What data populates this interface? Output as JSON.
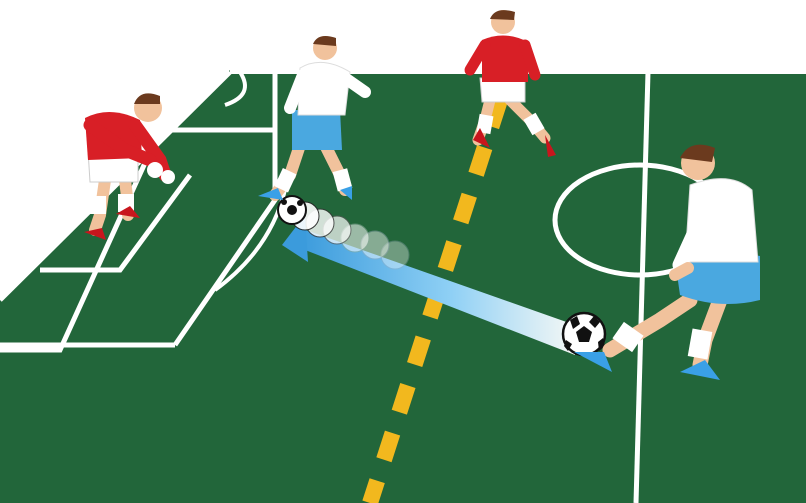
{
  "colors": {
    "background": "#ffffff",
    "pitch_green": "#22663a",
    "pitch_lines": "#ffffff",
    "dashed_line": "#f2b81e",
    "red_kit": "#d81f26",
    "white_kit": "#ffffff",
    "blue_shorts": "#4aa8e0",
    "boots_red": "#c8161d",
    "boots_blue": "#3aa0e6",
    "skin": "#f1c29c",
    "hair": "#6b3a1e",
    "ball_black": "#1a1a1a",
    "pass_arrow": "#5ab4ee"
  },
  "scene": {
    "players": [
      {
        "role": "goalkeeper",
        "kit": "red"
      },
      {
        "role": "defender",
        "kit": "red"
      },
      {
        "role": "receiver",
        "kit": "white-blue"
      },
      {
        "role": "passer",
        "kit": "white-blue"
      }
    ],
    "ball": {
      "motion": "pass",
      "blur_trail": true
    },
    "arrow": {
      "direction": "left"
    }
  }
}
